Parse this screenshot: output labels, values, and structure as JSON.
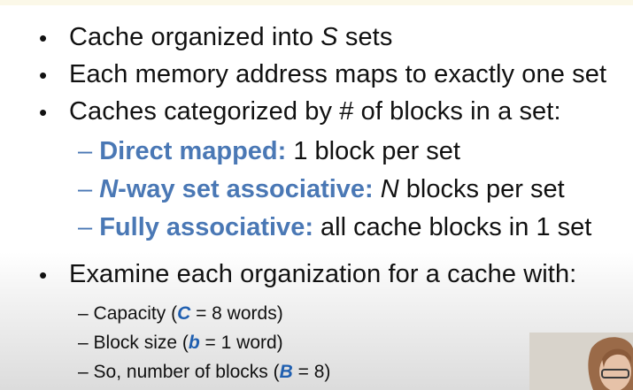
{
  "bullets": [
    {
      "pre": "Cache organized into ",
      "ital": "S",
      "post": " sets"
    },
    {
      "text": "Each memory address maps to exactly one set"
    },
    {
      "text": "Caches categorized by # of blocks in a set:"
    }
  ],
  "sub": [
    {
      "dash": "–",
      "label": "Direct mapped:",
      "rest": " 1 block per set"
    },
    {
      "dash": "–",
      "label_ital": "N",
      "label": "-way set associative:",
      "rest_ital": " N",
      "rest": " blocks per set"
    },
    {
      "dash": "–",
      "label": "Fully associative:",
      "rest": " all cache blocks in 1 set"
    }
  ],
  "examine": "Examine each organization for a cache with:",
  "params": [
    {
      "pre": "Capacity (",
      "var": "C",
      "post": " = 8 words)"
    },
    {
      "pre": "Block size (",
      "var": "b",
      "post": " = 1 word)"
    },
    {
      "pre": "So, number of blocks (",
      "var": "B",
      "post": " = 8)"
    }
  ],
  "bullet_char": "•",
  "colors": {
    "accent": "#4a78b5",
    "var": "#1f5fb0"
  }
}
